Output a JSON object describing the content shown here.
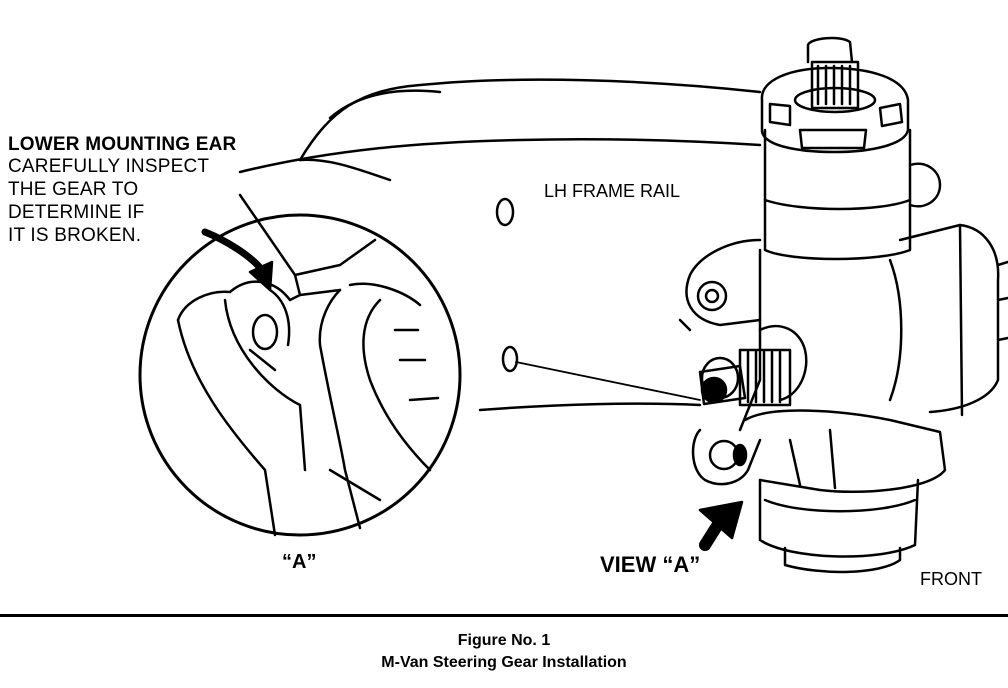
{
  "labels": {
    "callout_title": "LOWER MOUNTING EAR",
    "callout_lines": [
      "CAREFULLY INSPECT",
      "THE GEAR TO",
      "DETERMINE IF",
      "IT IS BROKEN."
    ],
    "frame_rail": "LH FRAME RAIL",
    "detail_view": "“A”",
    "view_a": "VIEW “A”",
    "front": "FRONT"
  },
  "caption": {
    "figure": "Figure No. 1",
    "title": "M-Van Steering Gear Installation"
  }
}
